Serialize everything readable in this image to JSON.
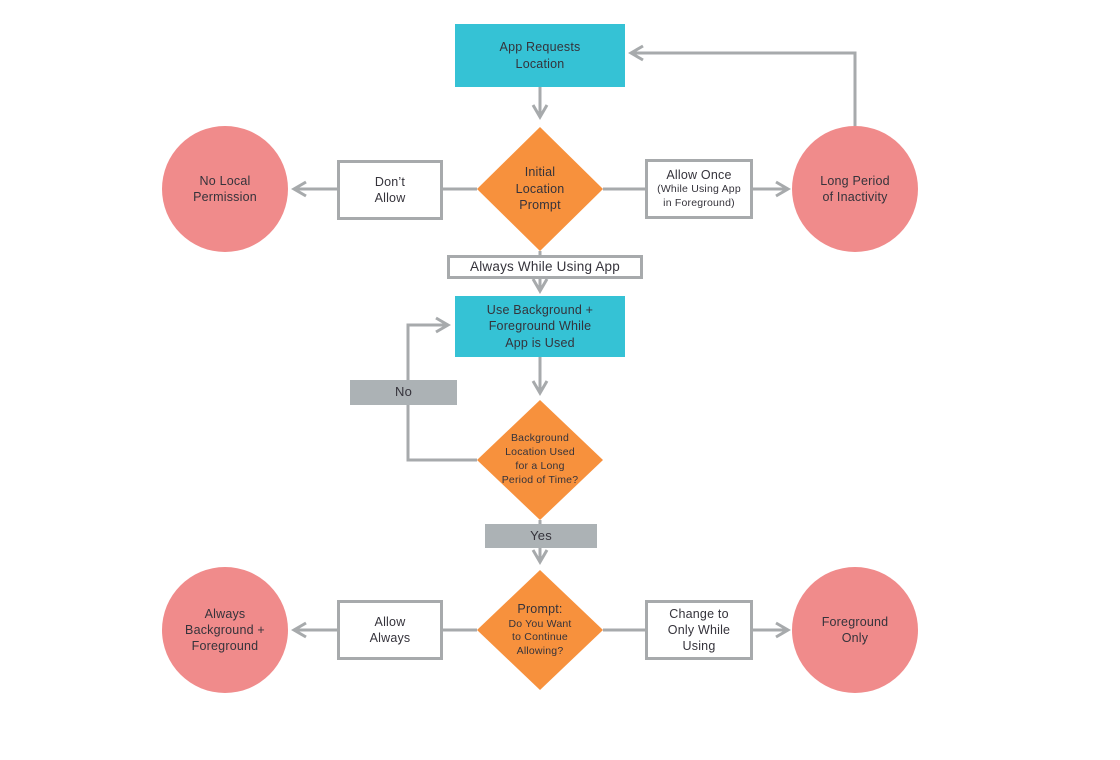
{
  "diagram": {
    "type": "flowchart",
    "subject": "App location permission flow",
    "colors": {
      "process_fill": "#35C2D5",
      "decision_fill": "#F7913D",
      "terminal_fill": "#F08B8B",
      "connector": "#A7AAAC",
      "label_fill": "#ACB2B5",
      "text": "#35333B",
      "background": "#FFFFFF"
    },
    "nodes": {
      "app_requests_location": {
        "label": "App Requests\nLocation",
        "shape": "rectangle",
        "fill": "teal"
      },
      "initial_location_prompt": {
        "label": "Initial\nLocation\nPrompt",
        "shape": "diamond",
        "fill": "orange"
      },
      "dont_allow": {
        "label": "Don’t\nAllow",
        "shape": "rectangle",
        "fill": "white"
      },
      "no_local_permission": {
        "label": "No Local\nPermission",
        "shape": "circle",
        "fill": "pink"
      },
      "allow_once": {
        "label": "Allow Once",
        "sublabel": "(While Using App\nin Foreground)",
        "shape": "rectangle",
        "fill": "white"
      },
      "long_period_of_inactivity": {
        "label": "Long Period\nof Inactivity",
        "shape": "circle",
        "fill": "pink"
      },
      "always_while_using_app": {
        "label": "Always While Using App",
        "shape": "rectangle",
        "fill": "white"
      },
      "use_background_foreground": {
        "label": "Use Background +\nForeground While\nApp is Used",
        "shape": "rectangle",
        "fill": "teal"
      },
      "no": {
        "label": "No",
        "shape": "rectangle",
        "fill": "gray"
      },
      "background_location_long_time": {
        "label": "Background\nLocation Used\nfor a Long\nPeriod of Time?",
        "shape": "diamond",
        "fill": "orange"
      },
      "yes": {
        "label": "Yes",
        "shape": "rectangle",
        "fill": "gray"
      },
      "prompt_continue": {
        "label": "Prompt:",
        "sublabel": "Do You Want\nto Continue\nAllowing?",
        "shape": "diamond",
        "fill": "orange"
      },
      "allow_always": {
        "label": "Allow\nAlways",
        "shape": "rectangle",
        "fill": "white"
      },
      "always_background_foreground": {
        "label": "Always\nBackground +\nForeground",
        "shape": "circle",
        "fill": "pink"
      },
      "change_to_only_while_using": {
        "label": "Change to\nOnly While\nUsing",
        "shape": "rectangle",
        "fill": "white"
      },
      "foreground_only": {
        "label": "Foreground\nOnly",
        "shape": "circle",
        "fill": "pink"
      }
    },
    "edges": [
      {
        "from": "app_requests_location",
        "to": "initial_location_prompt",
        "arrow": true
      },
      {
        "from": "initial_location_prompt",
        "to": "dont_allow",
        "arrow": false
      },
      {
        "from": "dont_allow",
        "to": "no_local_permission",
        "arrow": true
      },
      {
        "from": "initial_location_prompt",
        "to": "allow_once",
        "arrow": false
      },
      {
        "from": "allow_once",
        "to": "long_period_of_inactivity",
        "arrow": true
      },
      {
        "from": "initial_location_prompt",
        "to": "always_while_using_app",
        "arrow": false
      },
      {
        "from": "always_while_using_app",
        "to": "use_background_foreground",
        "arrow": true
      },
      {
        "from": "use_background_foreground",
        "to": "background_location_long_time",
        "arrow": true
      },
      {
        "from": "background_location_long_time",
        "via": "no",
        "to": "use_background_foreground",
        "arrow": true
      },
      {
        "from": "background_location_long_time",
        "via": "yes",
        "to": "prompt_continue",
        "arrow": true
      },
      {
        "from": "prompt_continue",
        "to": "allow_always",
        "arrow": false
      },
      {
        "from": "allow_always",
        "to": "always_background_foreground",
        "arrow": true
      },
      {
        "from": "prompt_continue",
        "to": "change_to_only_while_using",
        "arrow": false
      },
      {
        "from": "change_to_only_while_using",
        "to": "foreground_only",
        "arrow": true
      },
      {
        "from": "long_period_of_inactivity",
        "to": "app_requests_location",
        "arrow": true
      }
    ]
  }
}
